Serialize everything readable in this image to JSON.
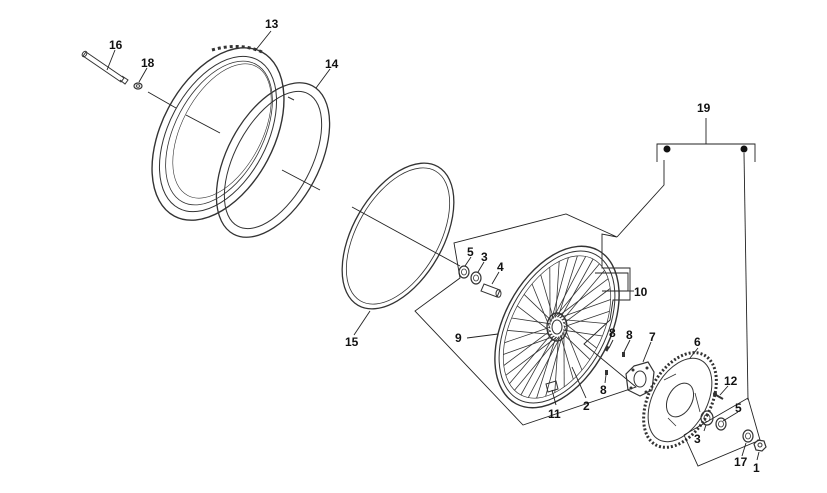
{
  "callouts": {
    "c1": "1",
    "c2": "2",
    "c3a": "3",
    "c3b": "3",
    "c4": "4",
    "c5a": "5",
    "c5b": "5",
    "c6": "6",
    "c7": "7",
    "c8a": "8",
    "c8b": "8",
    "c8c": "8",
    "c9": "9",
    "c10": "10",
    "c11": "11",
    "c12": "12",
    "c13": "13",
    "c14": "14",
    "c15": "15",
    "c16": "16",
    "c17": "17",
    "c18": "18",
    "c19": "19"
  },
  "colors": {
    "line": "#222222",
    "part_stroke": "#333333",
    "background": "#ffffff"
  }
}
